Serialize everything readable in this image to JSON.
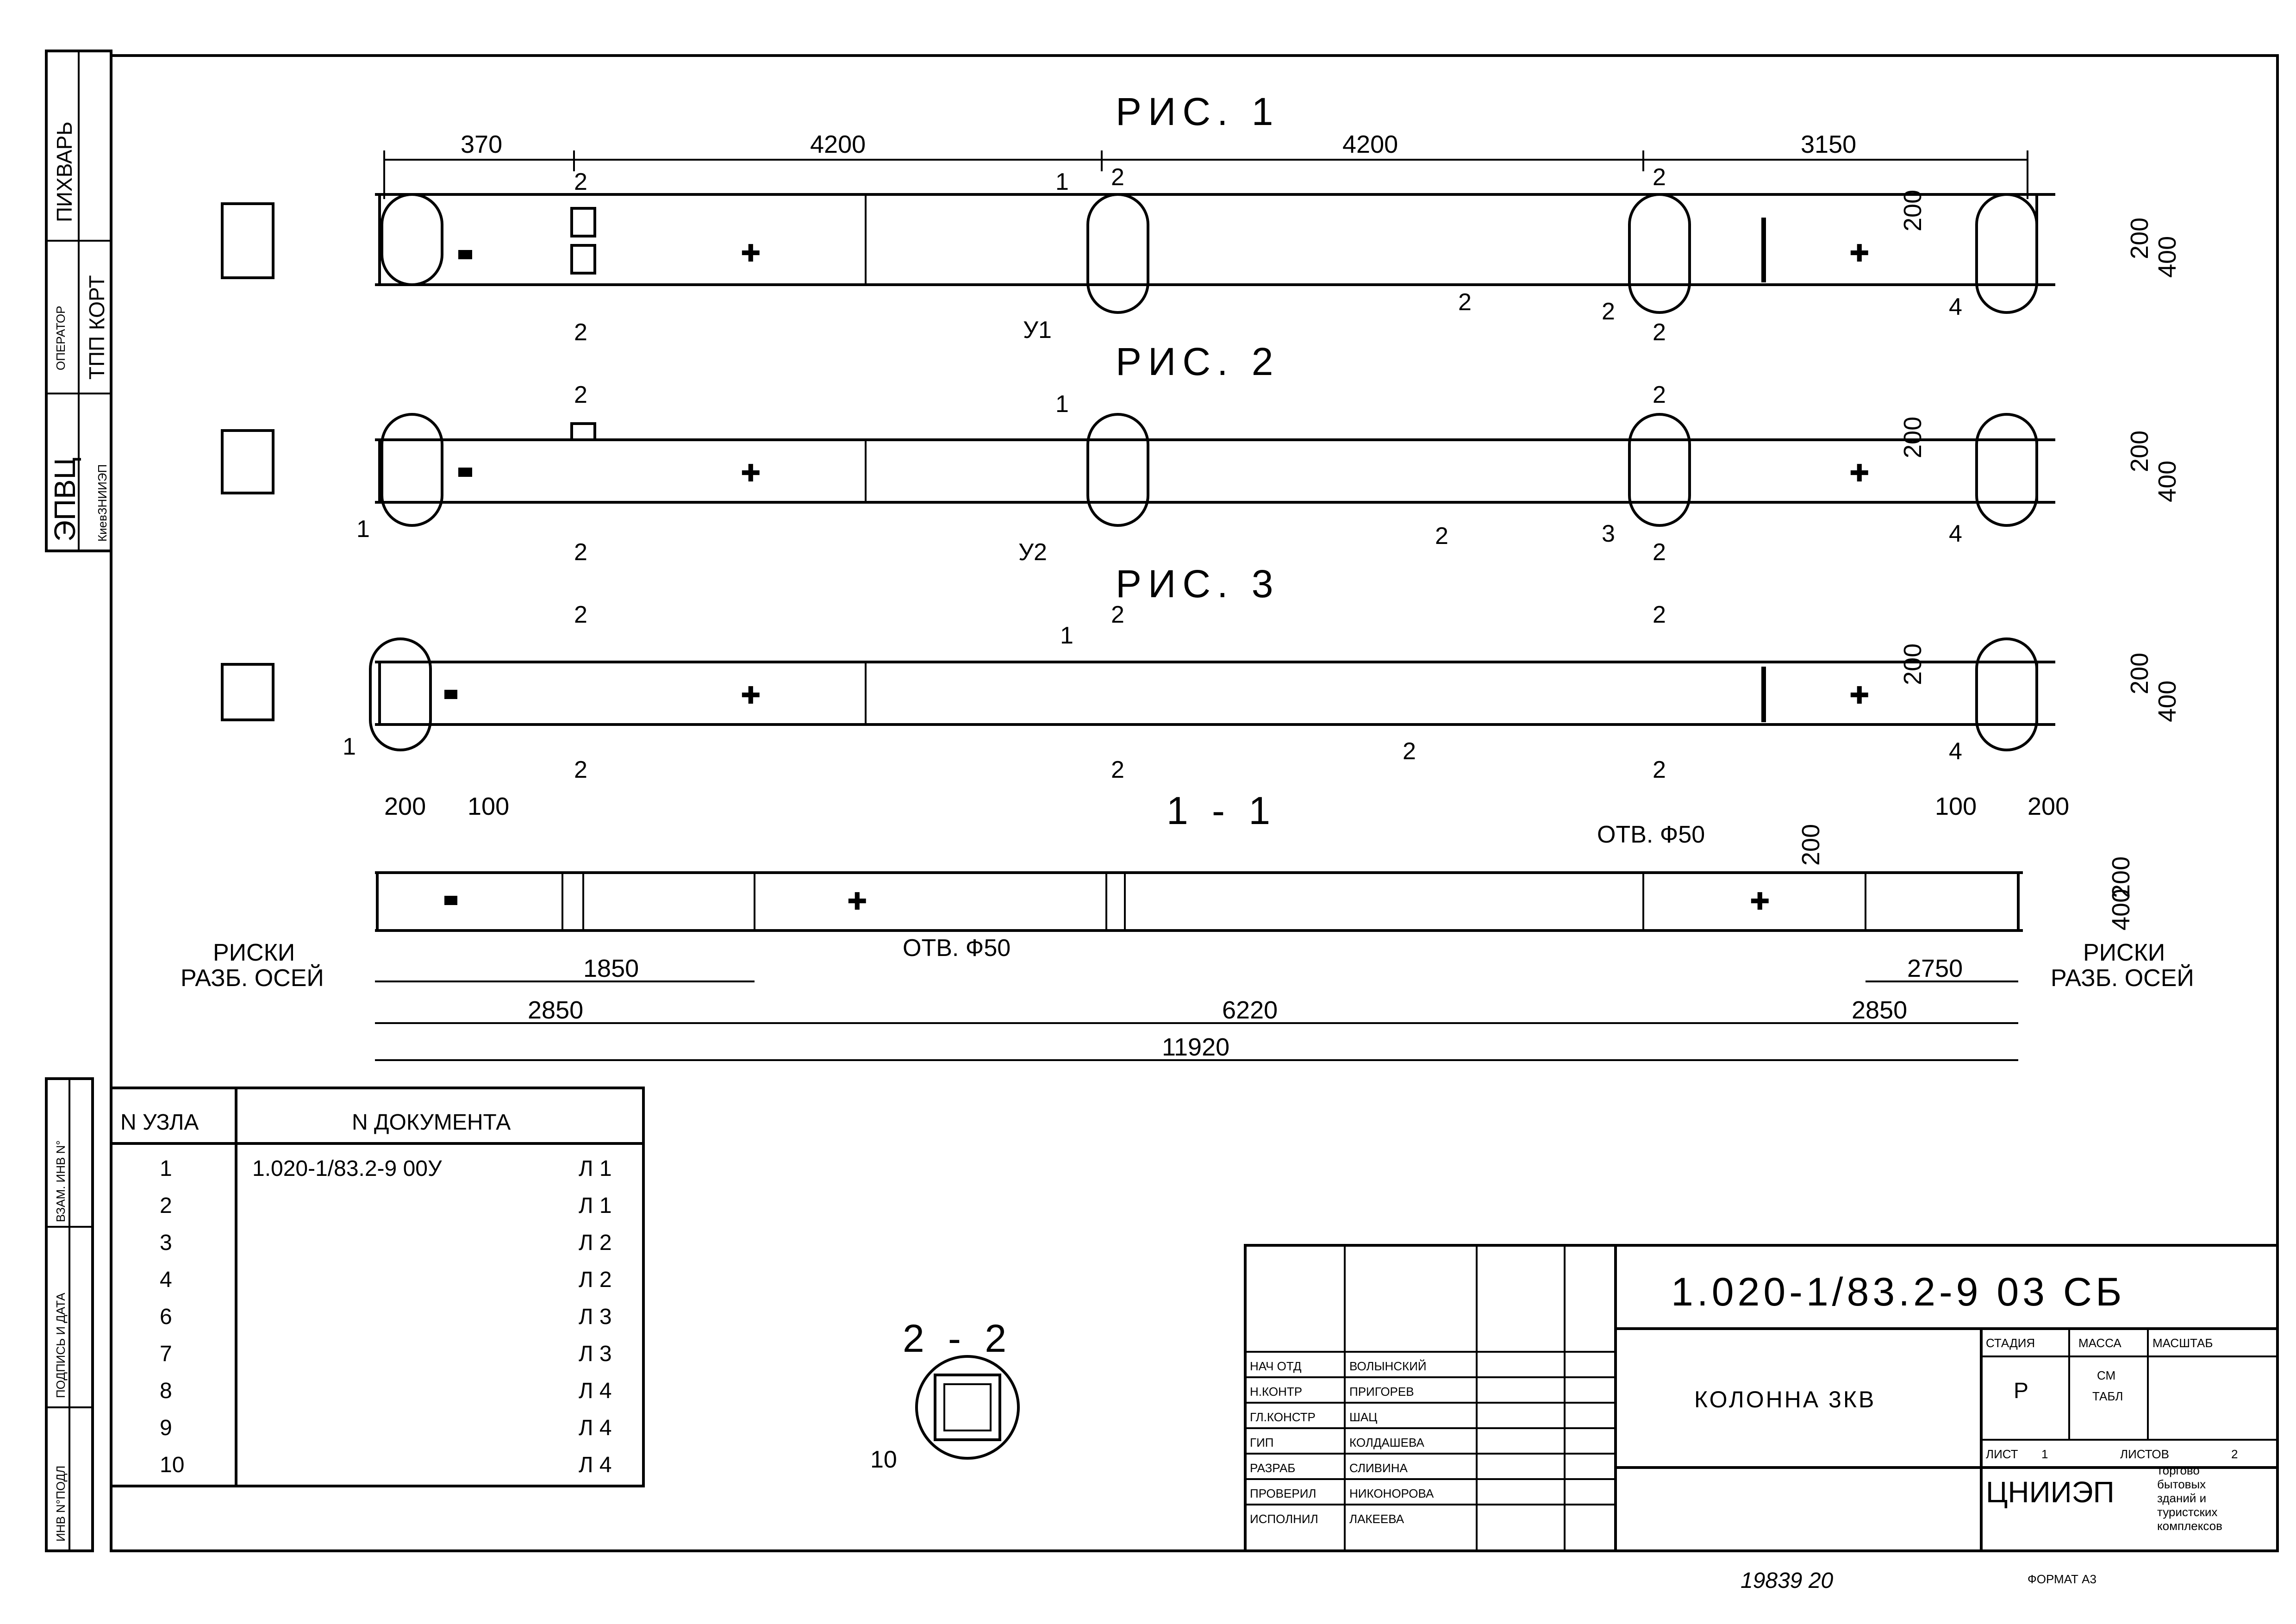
{
  "figures": {
    "fig1_title": "РИС. 1",
    "fig2_title": "РИС. 2",
    "fig3_title": "РИС. 3",
    "sec11_title": "1 - 1",
    "sec22_title": "2 - 2"
  },
  "dims_top": [
    "370",
    "4200",
    "4200",
    "3150"
  ],
  "dims_side": {
    "d200": "200",
    "d400": "400"
  },
  "section_marks": {
    "s1": "1",
    "s2": "2"
  },
  "callouts": {
    "c1": "1",
    "c2": "2",
    "c3": "3",
    "c4": "4",
    "c10": "10",
    "u1": "У1",
    "u2": "У2"
  },
  "section_1_1": {
    "d200": "200",
    "d100": "100",
    "hole": "ОТВ. Ф50",
    "risk_1": "РИСКИ",
    "risk_2": "РАЗБ. ОСЕЙ",
    "d1850": "1850",
    "d2750": "2750",
    "d2850": "2850",
    "d6220": "6220",
    "total": "11920"
  },
  "node_table": {
    "col_node": "N УЗЛА",
    "col_doc": "N ДОКУМЕНТА",
    "rows": [
      {
        "n": "1",
        "doc": "1.020-1/83.2-9 00У",
        "sheet": "Л 1"
      },
      {
        "n": "2",
        "doc": "",
        "sheet": "Л 1"
      },
      {
        "n": "3",
        "doc": "",
        "sheet": "Л 2"
      },
      {
        "n": "4",
        "doc": "",
        "sheet": "Л 2"
      },
      {
        "n": "6",
        "doc": "",
        "sheet": "Л 3"
      },
      {
        "n": "7",
        "doc": "",
        "sheet": "Л 3"
      },
      {
        "n": "8",
        "doc": "",
        "sheet": "Л 4"
      },
      {
        "n": "9",
        "doc": "",
        "sheet": "Л 4"
      },
      {
        "n": "10",
        "doc": "",
        "sheet": "Л 4"
      }
    ]
  },
  "stamp": {
    "code": "1.020-1/83.2-9 03 СБ",
    "name": "КОЛОННА 3КВ",
    "stage_h": "СТАДИЯ",
    "mass_h": "МАССА",
    "scale_h": "МАСШТАБ",
    "stage": "Р",
    "mass_1": "СМ",
    "mass_2": "ТАБЛ",
    "sheet_h": "ЛИСТ",
    "sheet": "1",
    "sheets_h": "ЛИСТОВ",
    "sheets": "2",
    "org": "ЦНИИЭП",
    "org_note": [
      "торгово",
      "бытовых",
      "зданий и",
      "туристских",
      "комплексов"
    ],
    "people": [
      {
        "role": "НАЧ ОТД",
        "name": "ВОЛЫНСКИЙ"
      },
      {
        "role": "Н.КОНТР",
        "name": "ПРИГОРЕВ"
      },
      {
        "role": "ГЛ.КОНСТР",
        "name": "ШАЦ"
      },
      {
        "role": "ГИП",
        "name": "КОЛДАШЕВА"
      },
      {
        "role": "РАЗРАБ",
        "name": "СЛИВИНА"
      },
      {
        "role": "ПРОВЕРИЛ",
        "name": "НИКОНОРОВА"
      },
      {
        "role": "ИСПОЛНИЛ",
        "name": "ЛАКЕЕВА"
      }
    ]
  },
  "side_strip": {
    "a": "ПИХВАРЬ",
    "b": "ОПЕРАТОР",
    "c": "ТПП КОРТ",
    "d": "ЭПВЦ",
    "e": "КиевЗНИИЭП",
    "f": "ИНВ N°ПОДЛ",
    "g": "ПОДПИСЬ И ДАТА",
    "h": "ВЗАМ. ИНВ N°"
  },
  "footer": {
    "number": "19839 20",
    "format": "ФОРМАТ А3"
  }
}
